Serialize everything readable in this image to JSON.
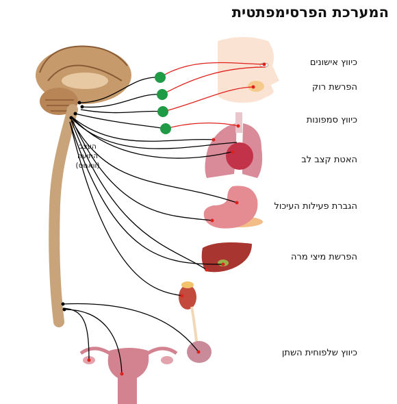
{
  "title": "המערכת הפרסימפתטית",
  "vagus_label": [
    "העצב",
    "התועה",
    "(וואגוס)"
  ],
  "effects": [
    "כיווץ אישונים",
    "הפרשת רוק",
    "כיווץ סמפונות",
    "האטת קצב לב",
    "הגברת פעילות העיכול",
    "הפרשת מיצי מרה",
    "כיווץ שלפוחית השתן"
  ],
  "colors": {
    "nerve": "#000000",
    "postganglionic": "#e0201b",
    "ganglion": "#1f9a45",
    "spine": "#c9a47a",
    "brain": "#c79a6c"
  }
}
